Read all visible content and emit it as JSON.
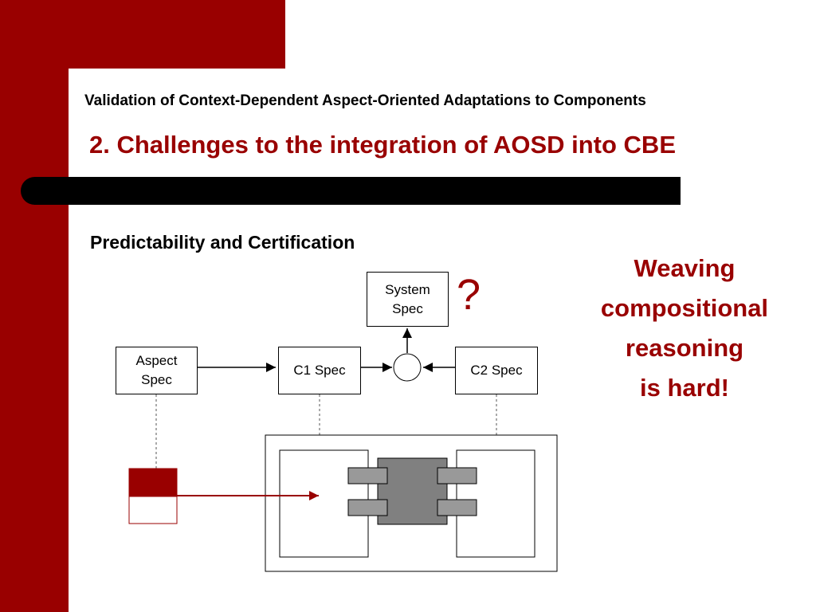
{
  "slide": {
    "header_title": "Validation of Context-Dependent Aspect-Oriented Adaptations to Components",
    "section_title": "2. Challenges to the integration of AOSD into CBE",
    "subsection_title": "Predictability and Certification",
    "callout_lines": [
      "Weaving",
      "compositional",
      "reasoning",
      "is hard!"
    ]
  },
  "diagram": {
    "system_spec": [
      "System",
      "Spec"
    ],
    "aspect_spec": [
      "Aspect",
      "Spec"
    ],
    "c1_spec": "C1 Spec",
    "c2_spec": "C2 Spec",
    "question_mark": "?"
  },
  "colors": {
    "accent": "#990000",
    "band": "#000000",
    "component_core": "#808080",
    "connector": "#999999"
  }
}
